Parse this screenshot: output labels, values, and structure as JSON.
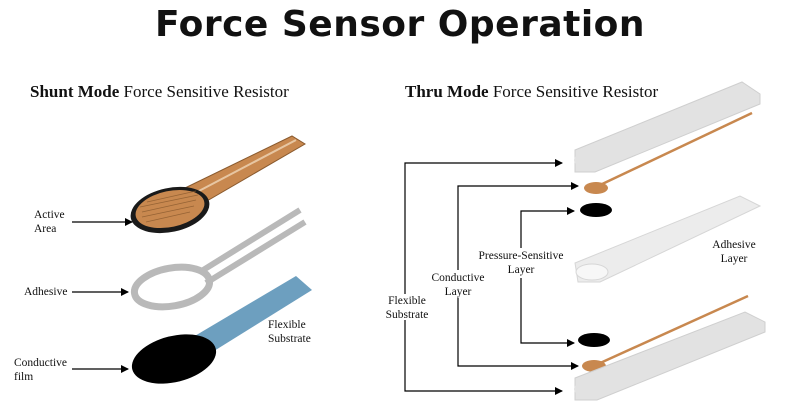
{
  "title": "Force Sensor Operation",
  "shunt": {
    "mode": "Shunt Mode",
    "rest": " Force Sensitive Resistor",
    "labels": {
      "active_area": "Active\nArea",
      "adhesive": "Adhesive",
      "conductive_film": "Conductive\nfilm",
      "flexible_substrate": "Flexible\nSubstrate"
    }
  },
  "thru": {
    "mode": "Thru Mode",
    "rest": " Force Sensitive Resistor",
    "labels": {
      "flexible_substrate": "Flexible\nSubstrate",
      "conductive_layer": "Conductive\nLayer",
      "pressure_sensitive_layer": "Pressure-Sensitive\nLayer",
      "adhesive_layer": "Adhesive\nLayer"
    }
  },
  "colors": {
    "copper": "#c8884f",
    "copper_dark": "#8a5a2e",
    "silver": "#b9b9b9",
    "light_gray": "#e2e2e2",
    "blue": "#6d9fbf",
    "black": "#000000"
  }
}
